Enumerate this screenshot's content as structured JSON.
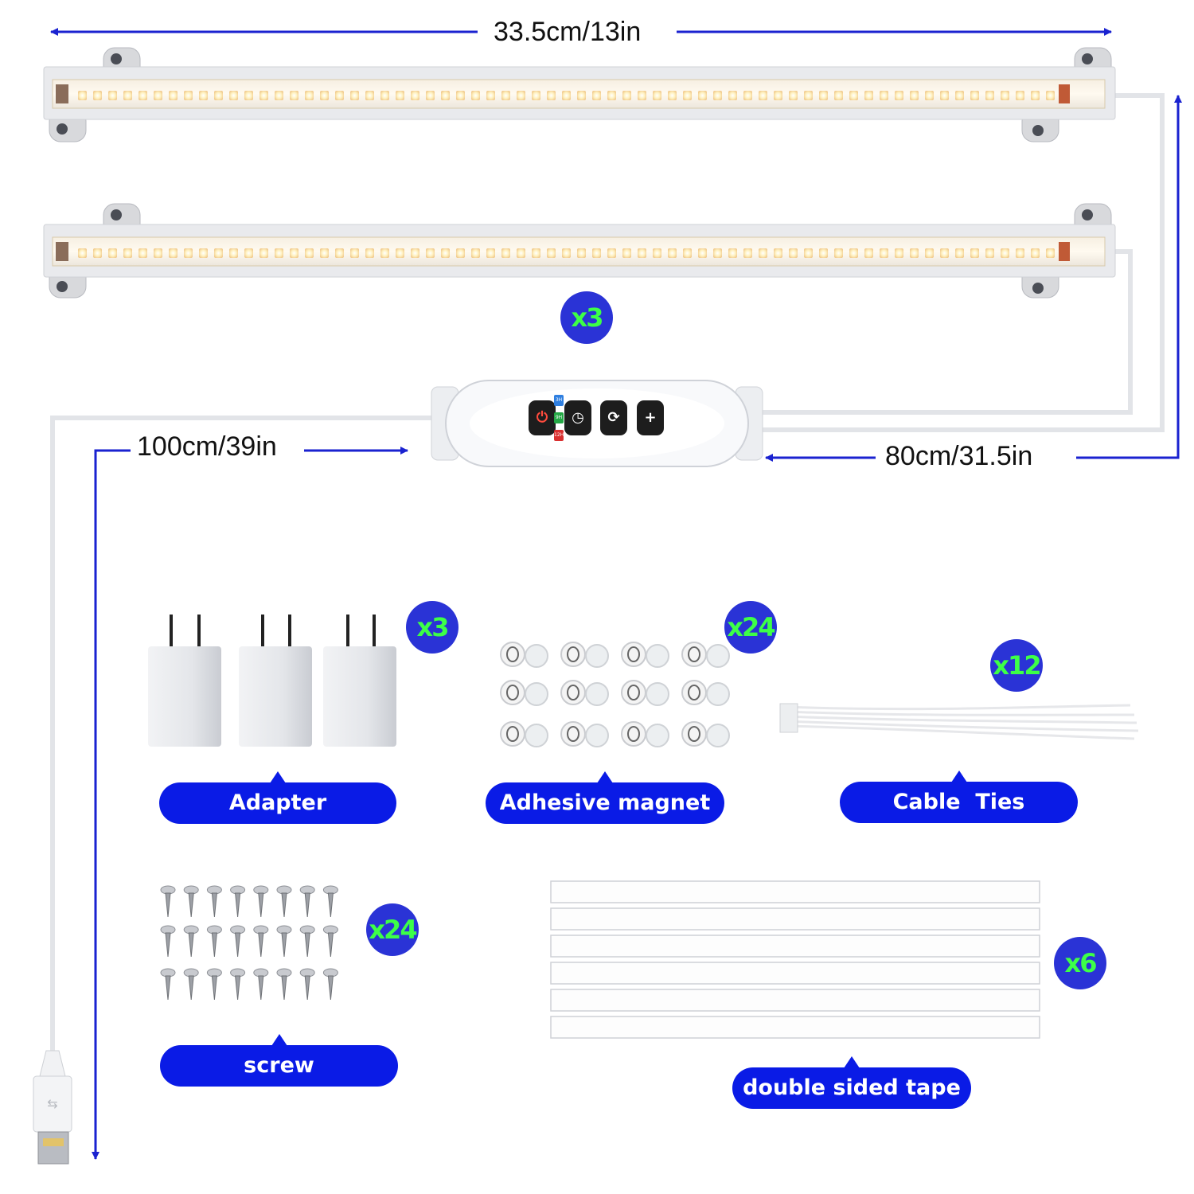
{
  "dimensions": {
    "bar_length": "33.5cm/13in",
    "usb_cable_length": "100cm/39in",
    "bar_cable_length": "80cm/31.5in"
  },
  "light_bars": {
    "quantity": "x3"
  },
  "controller": {
    "buttons": [
      {
        "name": "power",
        "glyph": "⏻"
      },
      {
        "name": "timer",
        "glyph": "◷"
      },
      {
        "name": "mode",
        "glyph": "⟳"
      },
      {
        "name": "brightness",
        "glyph": "+"
      }
    ],
    "timer_tags": [
      {
        "label": "3H",
        "color": "#2f7fe0"
      },
      {
        "label": "9H",
        "color": "#23a744"
      },
      {
        "label": "12H",
        "color": "#d93030"
      }
    ]
  },
  "accessories": [
    {
      "id": "adapter",
      "label": "Adapter",
      "quantity": "x3"
    },
    {
      "id": "adhesive-magnet",
      "label": "Adhesive magnet",
      "quantity": "x24"
    },
    {
      "id": "cable-ties",
      "label": "Cable  Ties",
      "quantity": "x12"
    },
    {
      "id": "screw",
      "label": "screw",
      "quantity": "x24"
    },
    {
      "id": "double-sided-tape",
      "label": "double sided tape",
      "quantity": "x6"
    }
  ],
  "colors": {
    "accent": "#0a1be6",
    "dimension_arrow": "#1a22d0",
    "badge_bg": "#2a33d6",
    "badge_text": "#3dff47",
    "led_warm": "#fff3c4"
  }
}
